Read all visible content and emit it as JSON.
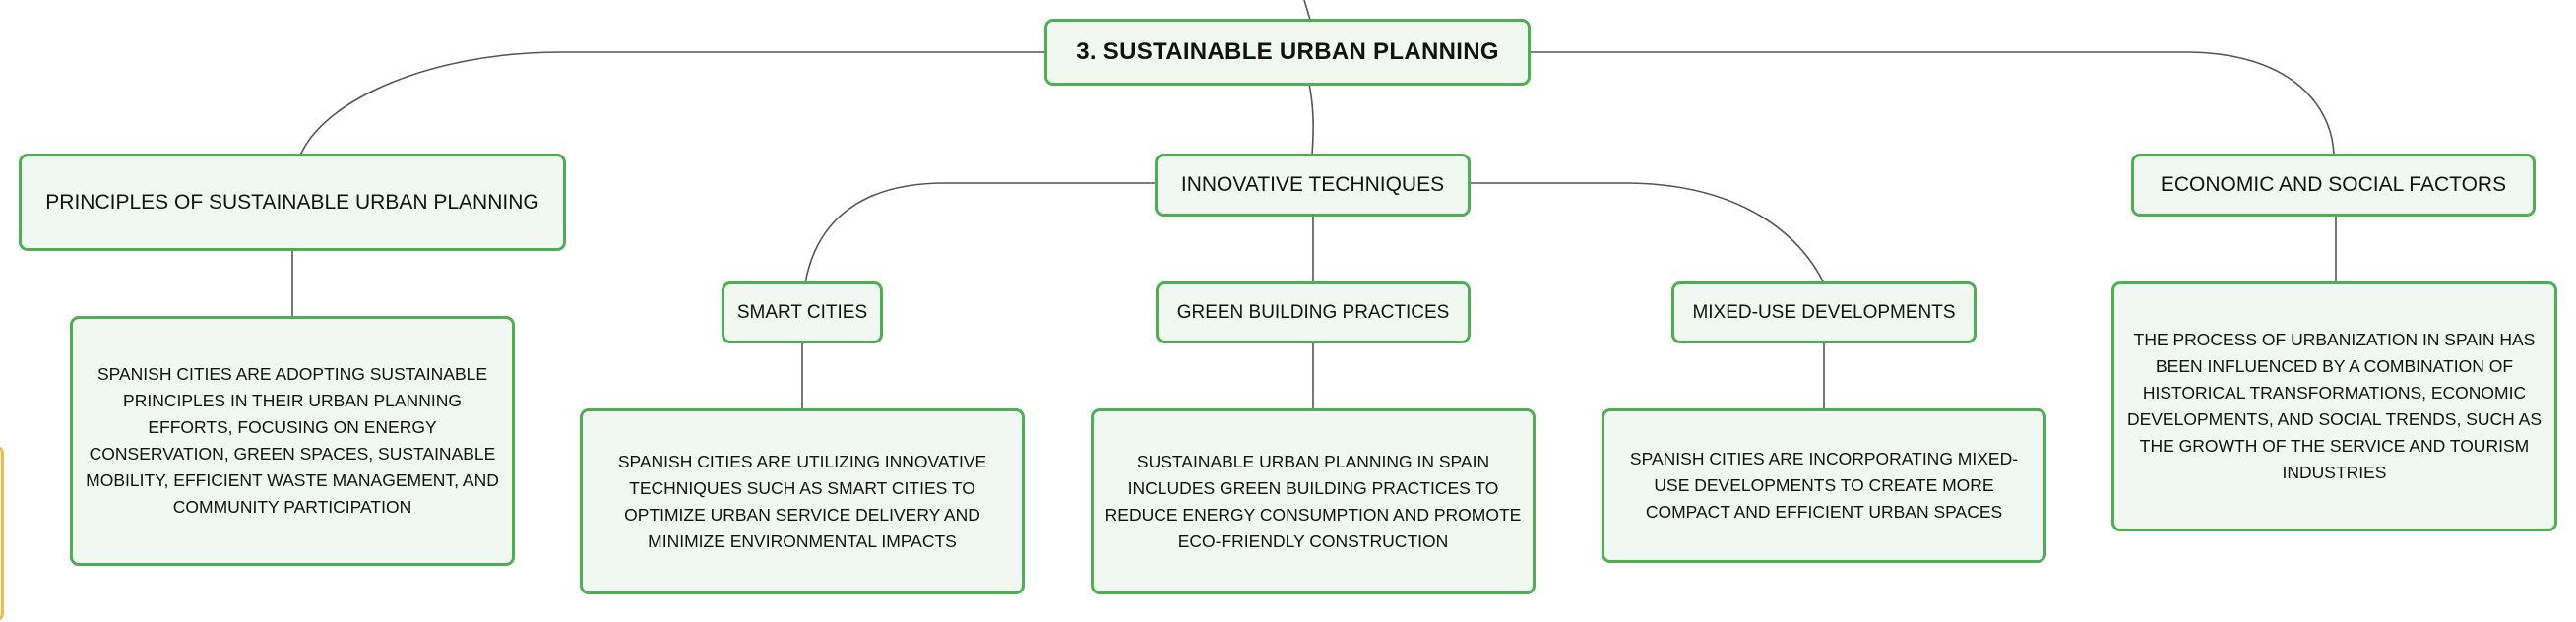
{
  "root": {
    "label": "3. SUSTAINABLE URBAN PLANNING"
  },
  "topics": [
    {
      "label": "PRINCIPLES OF SUSTAINABLE URBAN PLANNING"
    },
    {
      "label": "INNOVATIVE TECHNIQUES"
    },
    {
      "label": "ECONOMIC AND SOCIAL FACTORS"
    }
  ],
  "subtopics": [
    {
      "label": "SMART CITIES"
    },
    {
      "label": "GREEN BUILDING PRACTICES"
    },
    {
      "label": "MIXED-USE DEVELOPMENTS"
    }
  ],
  "details": [
    {
      "text": "SPANISH CITIES ARE ADOPTING SUSTAINABLE PRINCIPLES IN THEIR URBAN PLANNING EFFORTS, FOCUSING ON ENERGY CONSERVATION, GREEN SPACES, SUSTAINABLE MOBILITY, EFFICIENT WASTE MANAGEMENT, AND COMMUNITY PARTICIPATION"
    },
    {
      "text": "SPANISH CITIES ARE UTILIZING INNOVATIVE TECHNIQUES SUCH AS SMART CITIES TO OPTIMIZE URBAN SERVICE DELIVERY AND MINIMIZE ENVIRONMENTAL IMPACTS"
    },
    {
      "text": "SUSTAINABLE URBAN PLANNING IN SPAIN INCLUDES GREEN BUILDING PRACTICES TO REDUCE ENERGY CONSUMPTION AND PROMOTE ECO-FRIENDLY CONSTRUCTION"
    },
    {
      "text": "SPANISH CITIES ARE INCORPORATING MIXED-USE DEVELOPMENTS TO CREATE MORE COMPACT AND EFFICIENT URBAN SPACES"
    },
    {
      "text": "THE PROCESS OF URBANIZATION IN SPAIN HAS BEEN INFLUENCED BY A COMBINATION OF HISTORICAL TRANSFORMATIONS, ECONOMIC DEVELOPMENTS, AND SOCIAL TRENDS, SUCH AS THE GROWTH OF THE SERVICE AND TOURISM INDUSTRIES"
    }
  ],
  "colors": {
    "border": "#4caf50",
    "fill": "#f1f8f2",
    "connector": "#555555",
    "offscreen_accent": "#f6b84c"
  }
}
